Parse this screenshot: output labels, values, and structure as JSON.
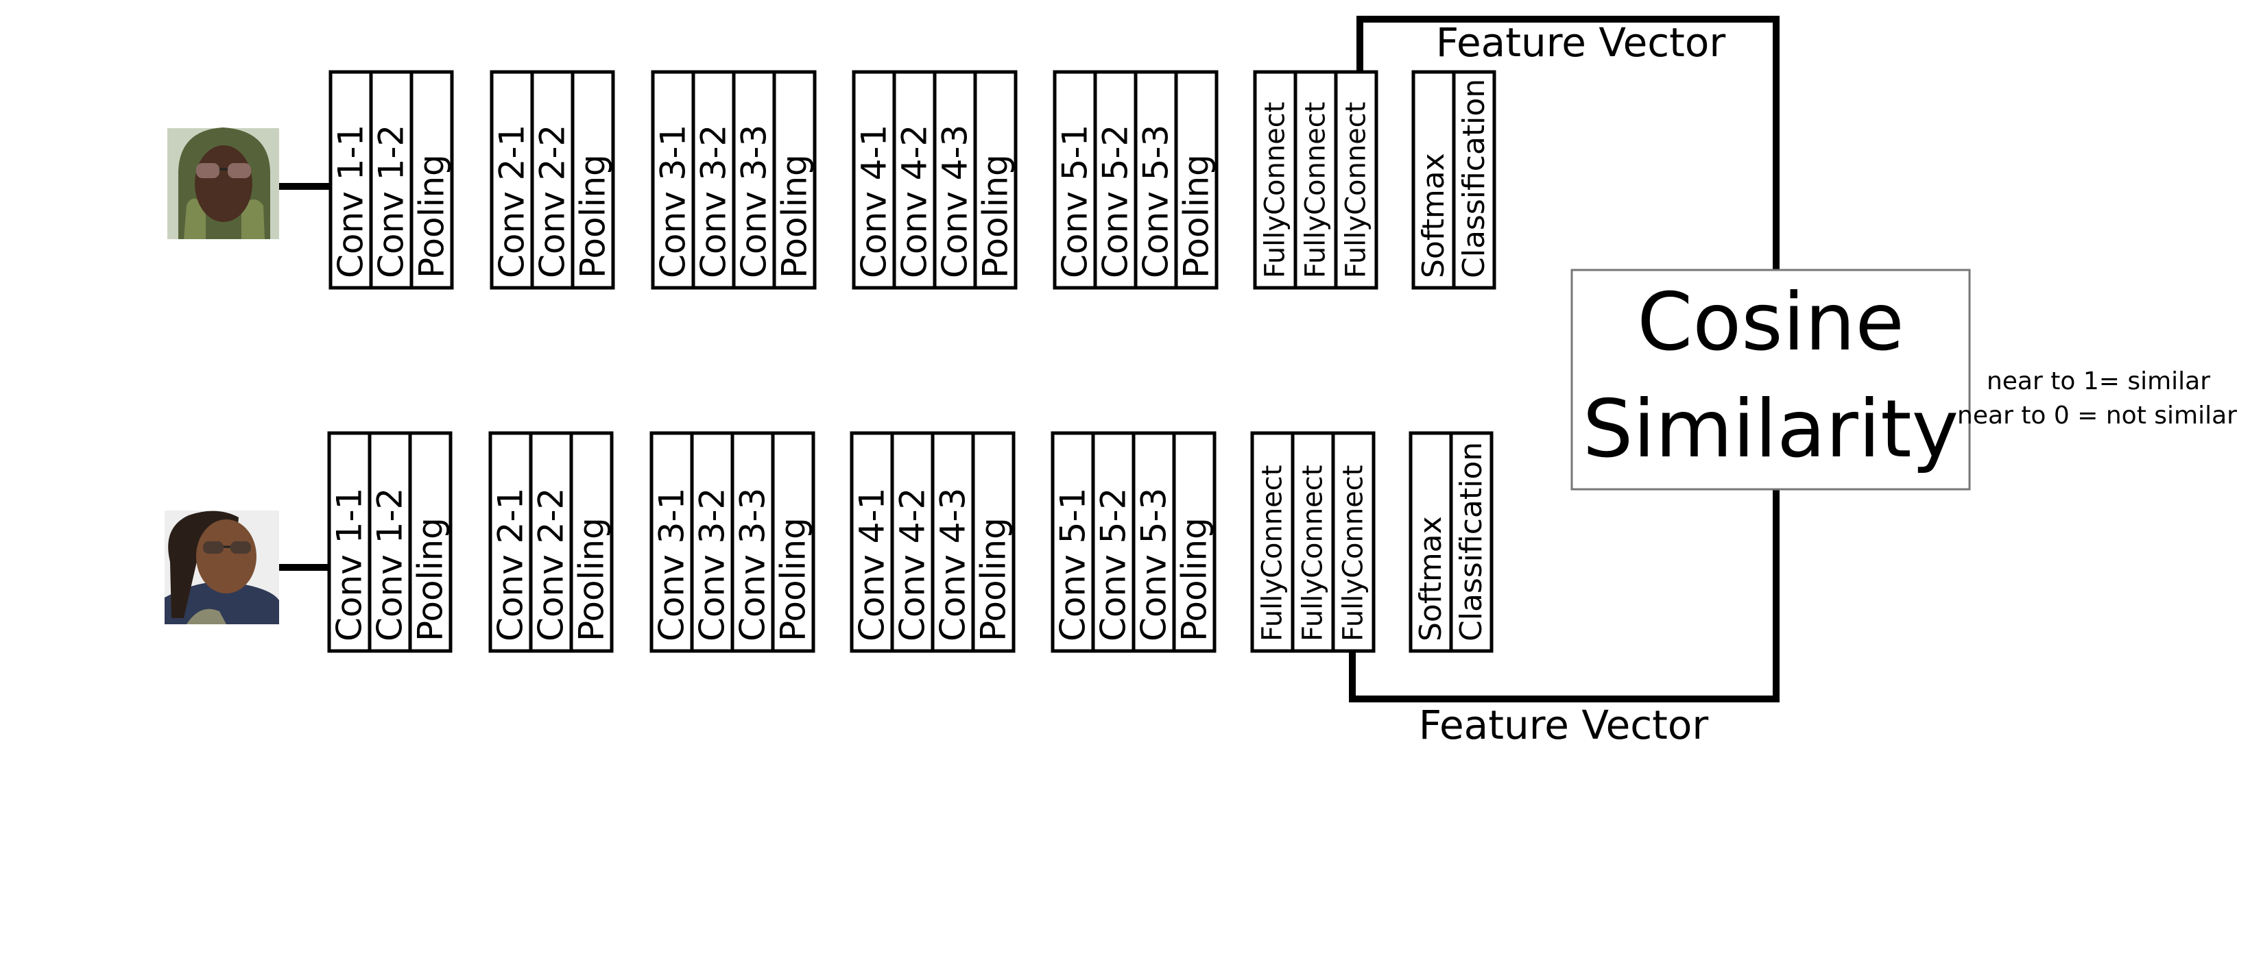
{
  "rows": [
    {
      "name": "top",
      "blocks": [
        {
          "cells": [
            "Conv 1-1",
            "Conv 1-2",
            "Pooling"
          ]
        },
        {
          "cells": [
            "Conv 2-1",
            "Conv 2-2",
            "Pooling"
          ]
        },
        {
          "cells": [
            "Conv 3-1",
            "Conv 3-2",
            "Conv 3-3",
            "Pooling"
          ]
        },
        {
          "cells": [
            "Conv 4-1",
            "Conv 4-2",
            "Conv 4-3",
            "Pooling"
          ]
        },
        {
          "cells": [
            "Conv 5-1",
            "Conv 5-2",
            "Conv 5-3",
            "Pooling"
          ]
        },
        {
          "cells": [
            "FullyConnect",
            "FullyConnect",
            "FullyConnect"
          ]
        },
        {
          "cells": [
            "Softmax",
            "Classification"
          ]
        }
      ],
      "feature_vector_label": "Feature Vector"
    },
    {
      "name": "bottom",
      "blocks": [
        {
          "cells": [
            "Conv 1-1",
            "Conv 1-2",
            "Pooling"
          ]
        },
        {
          "cells": [
            "Conv 2-1",
            "Conv 2-2",
            "Pooling"
          ]
        },
        {
          "cells": [
            "Conv 3-1",
            "Conv 3-2",
            "Conv 3-3",
            "Pooling"
          ]
        },
        {
          "cells": [
            "Conv 4-1",
            "Conv 4-2",
            "Conv 4-3",
            "Pooling"
          ]
        },
        {
          "cells": [
            "Conv 5-1",
            "Conv 5-2",
            "Conv 5-3",
            "Pooling"
          ]
        },
        {
          "cells": [
            "FullyConnect",
            "FullyConnect",
            "FullyConnect"
          ]
        },
        {
          "cells": [
            "Softmax",
            "Classification"
          ]
        }
      ],
      "feature_vector_label": "Feature Vector"
    }
  ],
  "similarity": {
    "title_line1": "Cosine",
    "title_line2": "Similarity",
    "note_line1": "near to 1= similar",
    "note_line2": "near to 0 = not similar"
  },
  "icons": {
    "input_face": "face-photo-icon"
  }
}
